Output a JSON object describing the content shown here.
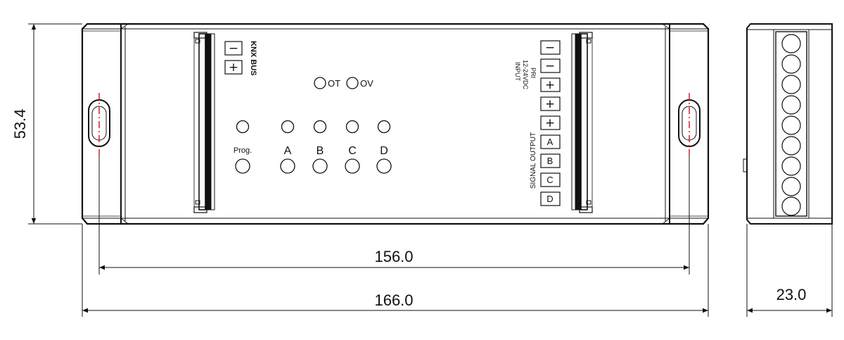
{
  "dimensions": {
    "height": "53.4",
    "inner_length": "156.0",
    "overall_length": "166.0",
    "depth": "23.0"
  },
  "labels": {
    "knx_bus": "KNX BUS",
    "ot": "OT",
    "ov": "OV",
    "prog": "Prog.",
    "channels": [
      "A",
      "B",
      "C",
      "D"
    ],
    "input_lines": [
      "INPUT",
      "12-24VDC",
      "PRI"
    ],
    "signal_output": "SIGNAL OUTPUT"
  },
  "knx_terminals": [
    "−",
    "+"
  ],
  "input_terminals": [
    "−",
    "−",
    "+",
    "+",
    "+"
  ],
  "output_terminals": [
    "A",
    "B",
    "C",
    "D"
  ],
  "colors": {
    "line": "#111111",
    "centerline": "#d81e1e"
  }
}
